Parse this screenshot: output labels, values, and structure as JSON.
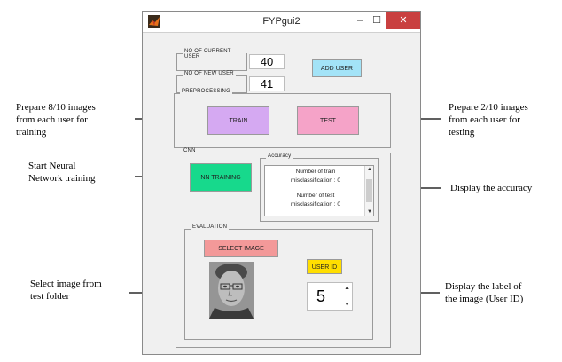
{
  "window": {
    "title": "FYPgui2",
    "controls": {
      "minimize": "–",
      "maximize": "☐",
      "close": "✕"
    }
  },
  "users": {
    "current_label": "NO OF CURRENT USER",
    "current_value": "40",
    "new_label": "NO OF NEW USER",
    "new_value": "41",
    "add_button": "ADD USER"
  },
  "preprocessing": {
    "label": "PREPROCESSING",
    "train_button": "TRAIN",
    "test_button": "TEST"
  },
  "cnn": {
    "label": "CNN",
    "nn_training_button": "NN TRAINING",
    "accuracy_label": "Accuracy",
    "accuracy_lines": [
      "Number of train",
      "misclassification : 0",
      "Number of test",
      "misclassification : 0"
    ]
  },
  "evaluation": {
    "label": "EVALUATION",
    "select_image_button": "SELECT IMAGE",
    "user_id_button": "USER ID",
    "user_id_value": "5"
  },
  "annotations": {
    "prepare_train": [
      "Prepare 8/10 images",
      "from each user for",
      "training"
    ],
    "prepare_test": [
      "Prepare 2/10 images",
      "from each user for",
      "testing"
    ],
    "start_nn": [
      "Start Neural",
      "Network training"
    ],
    "display_accuracy": [
      "Display the accuracy"
    ],
    "select_image": [
      "Select image from",
      "test folder"
    ],
    "display_label": [
      "Display the label of",
      "the image (User ID)"
    ]
  },
  "colors": {
    "train": "#d5a9f2",
    "test": "#f5a3c8",
    "nn_training": "#17d98c",
    "select_image": "#f39999",
    "user_id": "#ffde00",
    "add_user": "#a3e3f7"
  }
}
